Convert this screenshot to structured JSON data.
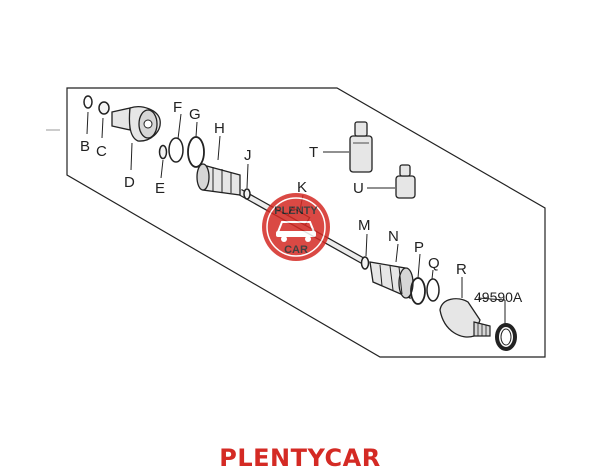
{
  "diagram": {
    "callouts": [
      "B",
      "C",
      "D",
      "E",
      "F",
      "G",
      "H",
      "J",
      "K",
      "M",
      "N",
      "P",
      "Q",
      "R",
      "T",
      "U"
    ],
    "part_number": "49590A"
  },
  "watermark": {
    "top_text": "PLENTY",
    "bottom_text": "CAR",
    "emblem_name": "plentycar-logo"
  },
  "footer": {
    "brand": "PLENTYCAR"
  },
  "colors": {
    "brand_red": "#d42a24",
    "line": "#222222",
    "part_fill": "#e6e6e6"
  }
}
